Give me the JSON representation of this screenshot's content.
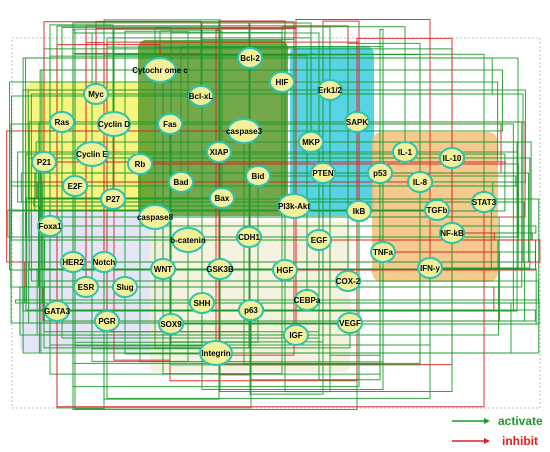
{
  "colors": {
    "activate": "#1a9a2a",
    "inhibit": "#e02020",
    "node_fill": "#f3f09a",
    "node_stroke": "#2ec4b0",
    "region_yellow": "#f7f26a",
    "region_darkgreen": "#5a9a2a",
    "region_cyan": "#2ec8e0",
    "region_orange": "#f5c07a",
    "region_lavender": "#dcdcf5",
    "region_beige": "#f3f0d8"
  },
  "legend": {
    "activate": "activate",
    "inhibit": "inhibit"
  },
  "nodes": [
    {
      "id": "bcl2",
      "label": "Bcl-2"
    },
    {
      "id": "cytc",
      "label": "Cytochr ome c"
    },
    {
      "id": "myc",
      "label": "Myc"
    },
    {
      "id": "hif",
      "label": "HIF"
    },
    {
      "id": "erk",
      "label": "Erk1/2"
    },
    {
      "id": "ras",
      "label": "Ras"
    },
    {
      "id": "cycd",
      "label": "Cyclin D"
    },
    {
      "id": "bclxl",
      "label": "Bcl-xL"
    },
    {
      "id": "fas",
      "label": "Fas"
    },
    {
      "id": "casp3",
      "label": "caspase3"
    },
    {
      "id": "mkp",
      "label": "MKP"
    },
    {
      "id": "sapk",
      "label": "SAPK"
    },
    {
      "id": "p21",
      "label": "P21"
    },
    {
      "id": "cyce",
      "label": "Cyclin E"
    },
    {
      "id": "rb",
      "label": "Rb"
    },
    {
      "id": "xiap",
      "label": "XIAP"
    },
    {
      "id": "il1",
      "label": "IL-1"
    },
    {
      "id": "il10",
      "label": "IL-10"
    },
    {
      "id": "e2f",
      "label": "E2F"
    },
    {
      "id": "bad",
      "label": "Bad"
    },
    {
      "id": "bid",
      "label": "Bid"
    },
    {
      "id": "pten",
      "label": "PTEN"
    },
    {
      "id": "p53",
      "label": "p53"
    },
    {
      "id": "il8",
      "label": "IL-8"
    },
    {
      "id": "p27",
      "label": "P27"
    },
    {
      "id": "bax",
      "label": "Bax"
    },
    {
      "id": "pi3k",
      "label": "PI3k-Akt"
    },
    {
      "id": "ikb",
      "label": "IkB"
    },
    {
      "id": "tgfb",
      "label": "TGFb"
    },
    {
      "id": "stat3",
      "label": "STAT3"
    },
    {
      "id": "foxa1",
      "label": "Foxa1"
    },
    {
      "id": "casp8",
      "label": "caspase8"
    },
    {
      "id": "bcat",
      "label": "b-catenin"
    },
    {
      "id": "cdh1",
      "label": "CDH1"
    },
    {
      "id": "egf",
      "label": "EGF"
    },
    {
      "id": "tnfa",
      "label": "TNFa"
    },
    {
      "id": "nfkb",
      "label": "NF-kB"
    },
    {
      "id": "her2",
      "label": "HER2"
    },
    {
      "id": "notch",
      "label": "Notch"
    },
    {
      "id": "wnt",
      "label": "WNT"
    },
    {
      "id": "gsk3b",
      "label": "GSK3B"
    },
    {
      "id": "hgf",
      "label": "HGF"
    },
    {
      "id": "ifng",
      "label": "IFN-y"
    },
    {
      "id": "esr",
      "label": "ESR"
    },
    {
      "id": "slug",
      "label": "Slug"
    },
    {
      "id": "cox2",
      "label": "COX-2"
    },
    {
      "id": "gata3",
      "label": "GATA3"
    },
    {
      "id": "shh",
      "label": "SHH"
    },
    {
      "id": "p63",
      "label": "p63"
    },
    {
      "id": "cebpa",
      "label": "CEBPa"
    },
    {
      "id": "pgr",
      "label": "PGR"
    },
    {
      "id": "sox9",
      "label": "SOX9"
    },
    {
      "id": "igf",
      "label": "IGF"
    },
    {
      "id": "vegf",
      "label": "VEGF"
    },
    {
      "id": "integrin",
      "label": "Integrin"
    }
  ]
}
